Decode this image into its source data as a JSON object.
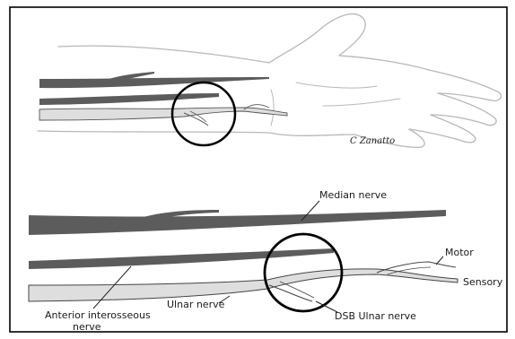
{
  "signature": "C Zanatto",
  "labels": {
    "median_nerve": "Median nerve",
    "anterior_interosseous_nerve_line1": "Anterior interosseous",
    "anterior_interosseous_nerve_line2": "nerve",
    "ulnar_nerve": "Ulnar nerve",
    "dsb_ulnar_nerve": "DSB Ulnar nerve",
    "motor": "Motor",
    "sensory": "Sensory"
  },
  "colors": {
    "frame": "#000000",
    "dark_nerve": "#5c5c5c",
    "ulnar_fill": "#dedede",
    "hand_outline": "#b8b8b8",
    "circle": "#000000"
  }
}
